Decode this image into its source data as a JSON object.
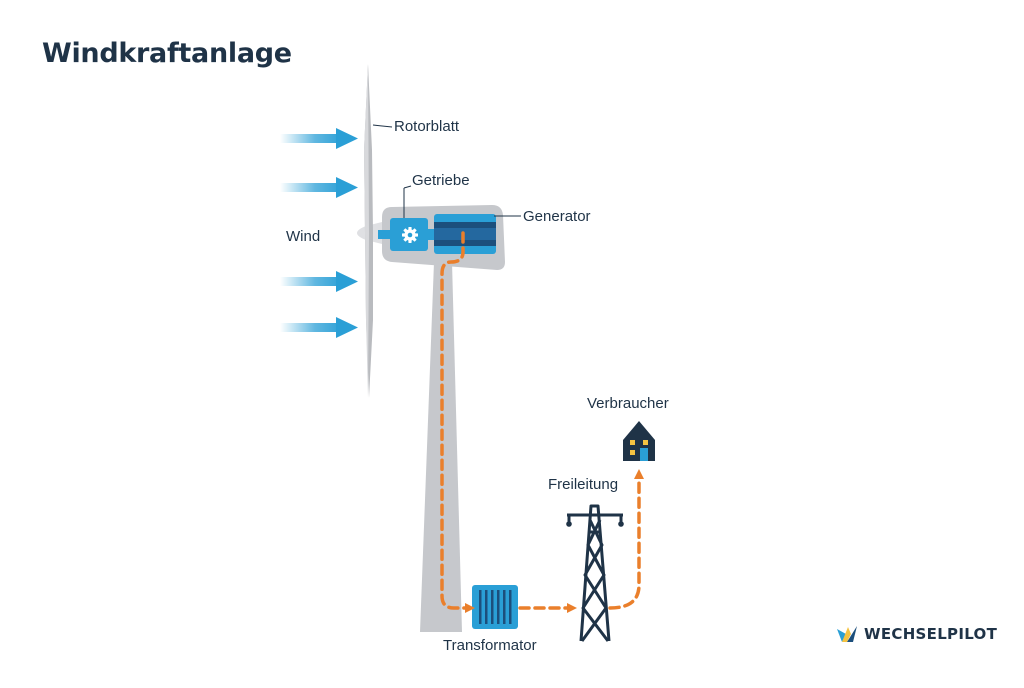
{
  "title": "Windkraftanlage",
  "labels": {
    "rotorblatt": "Rotorblatt",
    "getriebe": "Getriebe",
    "generator": "Generator",
    "wind": "Wind",
    "verbraucher": "Verbraucher",
    "freileitung": "Freileitung",
    "transformator": "Transformator"
  },
  "brand": {
    "name": "WECHSELPILOT",
    "logo_icon": "wechselpilot-logo-icon"
  },
  "colors": {
    "text": "#1f3347",
    "tower": "#c6c8cc",
    "wind_arrow": "#2a9fd6",
    "component_blue": "#2a9fd6",
    "generator_dark": "#1c4f7c",
    "energy_flow": "#ea7f2b",
    "house": "#1f3347",
    "house_window": "#f5c342"
  }
}
